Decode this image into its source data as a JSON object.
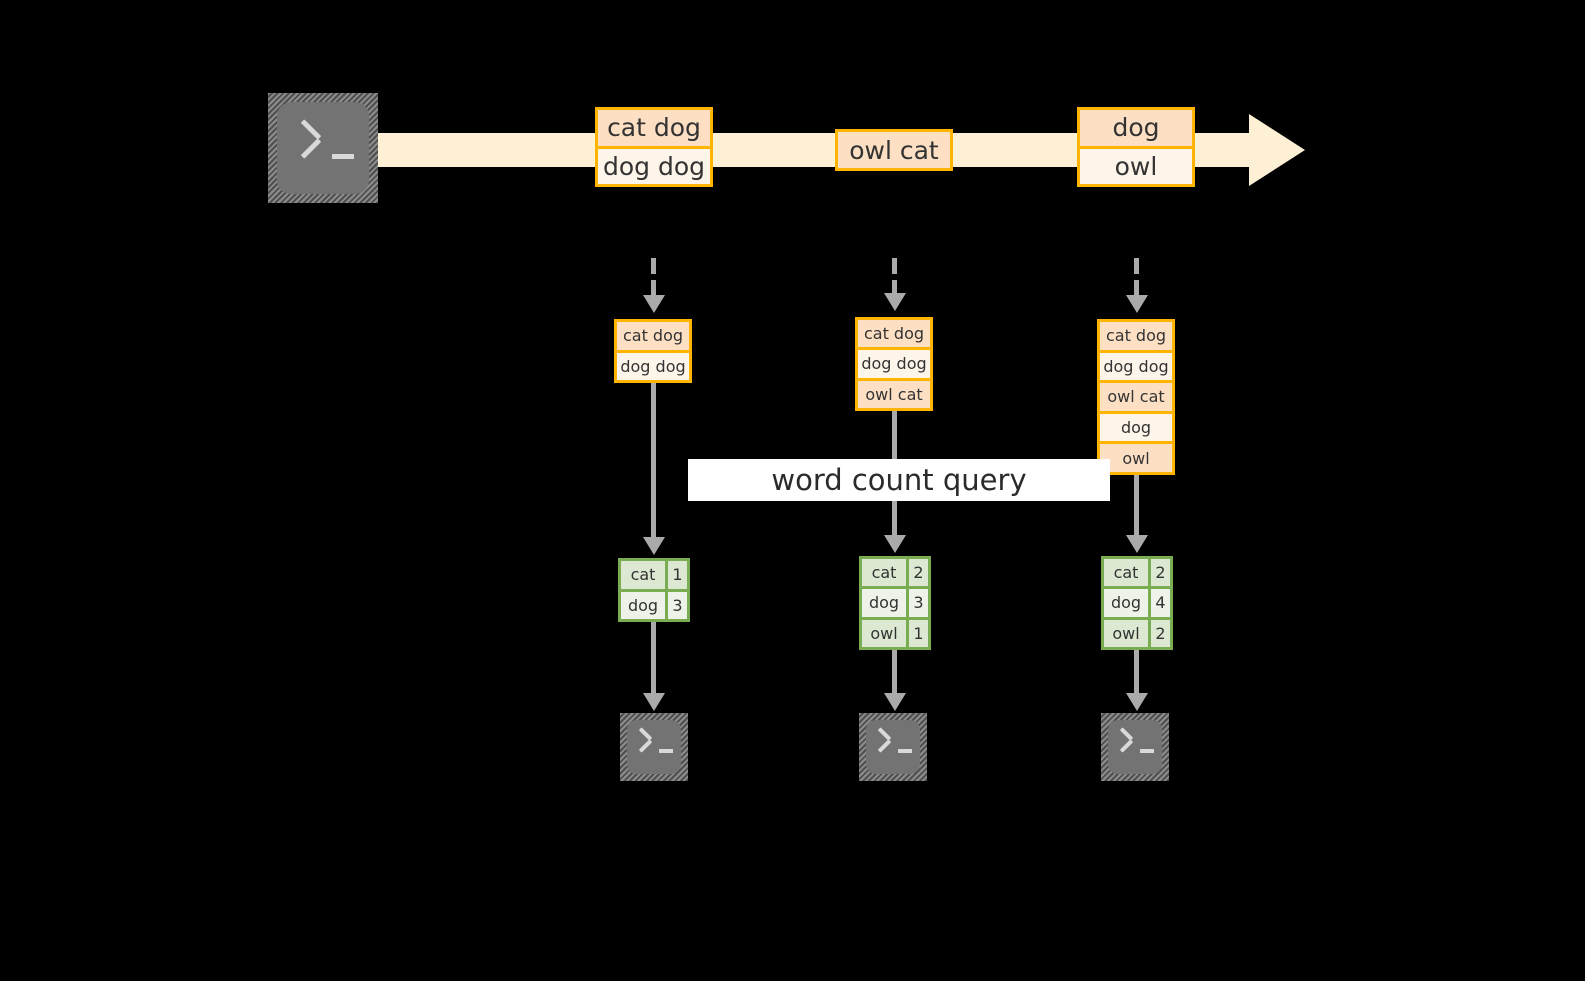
{
  "diagram": {
    "title": "word count streaming query",
    "colors": {
      "background": "#000000",
      "stream_band": "#fdf0d5",
      "box_border_orange": "#ffb400",
      "box_fill_dark": "#fde0c4",
      "box_fill_light": "#fdf4ea",
      "table_border_green": "#7aad52",
      "table_fill_dark": "#dde8d2",
      "table_fill_light": "#eef3e9",
      "connector_gray": "#aaaaaa",
      "terminal_gray": "#737373",
      "label_background": "#ffffff",
      "text": "#333333"
    }
  },
  "source": {
    "icon": "terminal-prompt-icon",
    "prompt": ">_"
  },
  "stream": {
    "direction": "left-to-right",
    "batches": [
      {
        "id": "batch-1",
        "lines": [
          {
            "text": "cat dog",
            "shade": "dark"
          },
          {
            "text": "dog dog",
            "shade": "light"
          }
        ]
      },
      {
        "id": "batch-2",
        "lines": [
          {
            "text": "owl cat",
            "shade": "dark"
          }
        ]
      },
      {
        "id": "batch-3",
        "lines": [
          {
            "text": "dog",
            "shade": "dark"
          },
          {
            "text": "owl",
            "shade": "light"
          }
        ]
      }
    ]
  },
  "query": {
    "label": "word count query"
  },
  "columns": [
    {
      "id": "trigger-1",
      "input_table": {
        "name": "unbounded-input-table-1",
        "rows": [
          {
            "text": "cat dog",
            "shade": "dark"
          },
          {
            "text": "dog dog",
            "shade": "light"
          }
        ]
      },
      "result_table": {
        "name": "result-table-1",
        "rows": [
          {
            "key": "cat",
            "value": "1",
            "shade": "dark"
          },
          {
            "key": "dog",
            "value": "3",
            "shade": "light"
          }
        ]
      },
      "sink": {
        "icon": "terminal-prompt-icon",
        "prompt": ">_"
      }
    },
    {
      "id": "trigger-2",
      "input_table": {
        "name": "unbounded-input-table-2",
        "rows": [
          {
            "text": "cat dog",
            "shade": "dark"
          },
          {
            "text": "dog dog",
            "shade": "light"
          },
          {
            "text": "owl cat",
            "shade": "dark"
          }
        ]
      },
      "result_table": {
        "name": "result-table-2",
        "rows": [
          {
            "key": "cat",
            "value": "2",
            "shade": "dark"
          },
          {
            "key": "dog",
            "value": "3",
            "shade": "light"
          },
          {
            "key": "owl",
            "value": "1",
            "shade": "dark"
          }
        ]
      },
      "sink": {
        "icon": "terminal-prompt-icon",
        "prompt": ">_"
      }
    },
    {
      "id": "trigger-3",
      "input_table": {
        "name": "unbounded-input-table-3",
        "rows": [
          {
            "text": "cat dog",
            "shade": "dark"
          },
          {
            "text": "dog dog",
            "shade": "light"
          },
          {
            "text": "owl cat",
            "shade": "dark"
          },
          {
            "text": "dog",
            "shade": "light"
          },
          {
            "text": "owl",
            "shade": "dark"
          }
        ]
      },
      "result_table": {
        "name": "result-table-3",
        "rows": [
          {
            "key": "cat",
            "value": "2",
            "shade": "dark"
          },
          {
            "key": "dog",
            "value": "4",
            "shade": "light"
          },
          {
            "key": "owl",
            "value": "2",
            "shade": "dark"
          }
        ]
      },
      "sink": {
        "icon": "terminal-prompt-icon",
        "prompt": ">_"
      }
    }
  ]
}
